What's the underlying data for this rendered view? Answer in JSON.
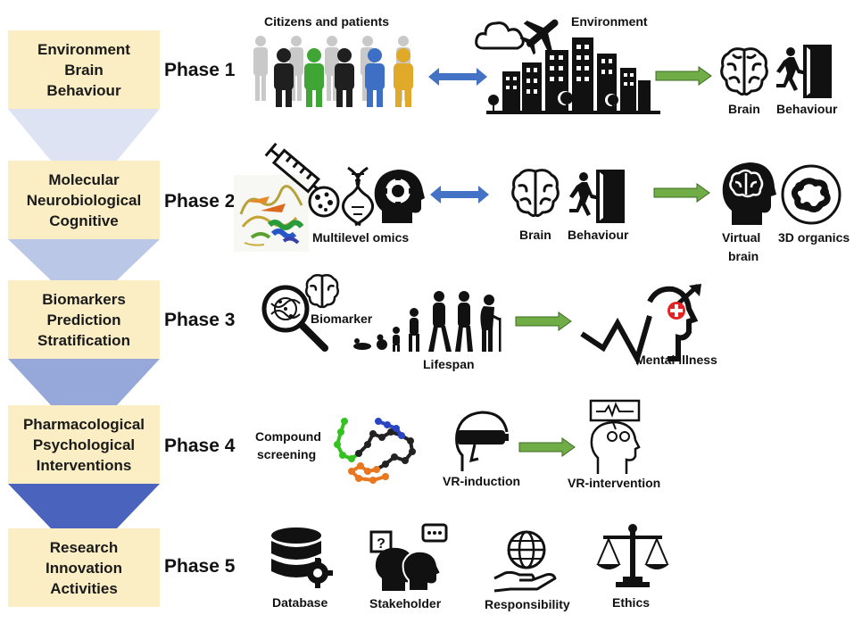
{
  "colors": {
    "box": "#fbeec4",
    "funnel": [
      "#dde3f3",
      "#bac7e6",
      "#95a8d9",
      "#4a63bd"
    ],
    "arrow_blue": "#4472c4",
    "arrow_green": "#70ad47",
    "people": [
      "#1f1f1f",
      "#3fa535",
      "#1f1f1f",
      "#3d6fc4",
      "#e0a92a"
    ]
  },
  "rows": [
    {
      "stage": [
        "Environment",
        "Brain",
        "Behaviour"
      ],
      "phase": "Phase 1",
      "labels": {
        "people": "Citizens and patients",
        "environment": "Environment",
        "brain": "Brain",
        "behaviour": "Behaviour"
      },
      "icons": [
        "crowd-icon",
        "city-icon",
        "airplane-icon",
        "cloud-icon",
        "brain-icon",
        "exit-door-icon"
      ]
    },
    {
      "stage": [
        "Molecular",
        "Neurobiological",
        "Cognitive"
      ],
      "phase": "Phase 2",
      "labels": {
        "omics": "Multilevel omics",
        "brain": "Brain",
        "behaviour": "Behaviour",
        "virtual1": "Virtual",
        "virtual2": "brain",
        "organics": "3D organics"
      },
      "icons": [
        "syringe-icon",
        "protein-icon",
        "dna-icon",
        "gear-head-icon",
        "brain-icon",
        "exit-door-icon",
        "virtual-brain-icon",
        "organoid-icon"
      ]
    },
    {
      "stage": [
        "Biomarkers",
        "Prediction",
        "Stratification"
      ],
      "phase": "Phase 3",
      "labels": {
        "biomarker": "Biomarker",
        "lifespan": "Lifespan",
        "mental": "Mental illness"
      },
      "icons": [
        "magnifier-icon",
        "brain-icon",
        "lifespan-icon",
        "mental-illness-icon"
      ]
    },
    {
      "stage": [
        "Pharmacological",
        "Psychological",
        "Interventions"
      ],
      "phase": "Phase 4",
      "labels": {
        "compound1": "Compound",
        "compound2": "screening",
        "vr_induction": "VR-induction",
        "vr_intervention": "VR-intervention"
      },
      "icons": [
        "molecule-chain-icon",
        "vr-headset-icon",
        "head-monitor-icon"
      ]
    },
    {
      "stage": [
        "Research",
        "Innovation",
        "Activities"
      ],
      "phase": "Phase 5",
      "labels": {
        "database": "Database",
        "stakeholder": "Stakeholder",
        "responsibility": "Responsibility",
        "ethics": "Ethics"
      },
      "icons": [
        "database-icon",
        "stakeholder-icon",
        "globe-hand-icon",
        "scales-icon"
      ]
    }
  ]
}
